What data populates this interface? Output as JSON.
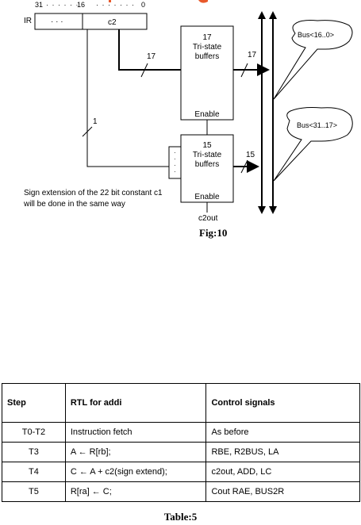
{
  "figure": {
    "ir_label": "IR",
    "bit_31": "31",
    "bit_16": "16",
    "bit_0": "0",
    "ir_dots": "· · ·",
    "c2_field": "c2",
    "upper_buffer": {
      "count": "17",
      "line1": "Tri-state",
      "line2": "buffers",
      "enable": "Enable"
    },
    "lower_buffer": {
      "count": "15",
      "line1": "Tri-state",
      "line2": "buffers",
      "enable": "Enable"
    },
    "wire_17_in": "17",
    "wire_17_out": "17",
    "wire_1": "1",
    "wire_15_out": "15",
    "c2out_label": "c2out",
    "bus_low": "Bus<16..0>",
    "bus_high": "Bus<31..17>",
    "note_line1": "Sign extension of the 22 bit constant c1",
    "note_line2": "will be done in the same way",
    "caption": "Fig:10"
  },
  "table": {
    "headers": [
      "Step",
      "RTL for addi",
      "Control signals"
    ],
    "rows": [
      [
        "T0-T2",
        "Instruction fetch",
        "As before"
      ],
      [
        "T3",
        "A  ←  R[rb];",
        "RBE, R2BUS,  LA"
      ],
      [
        "T4",
        "C ← A + c2(sign extend);",
        "c2out,  ADD, LC"
      ],
      [
        "T5",
        "R[ra] ← C;",
        "Cout RAE, BUS2R"
      ]
    ],
    "caption": "Table:5"
  },
  "colors": {
    "accent": "#e8592b",
    "line": "#000000"
  }
}
